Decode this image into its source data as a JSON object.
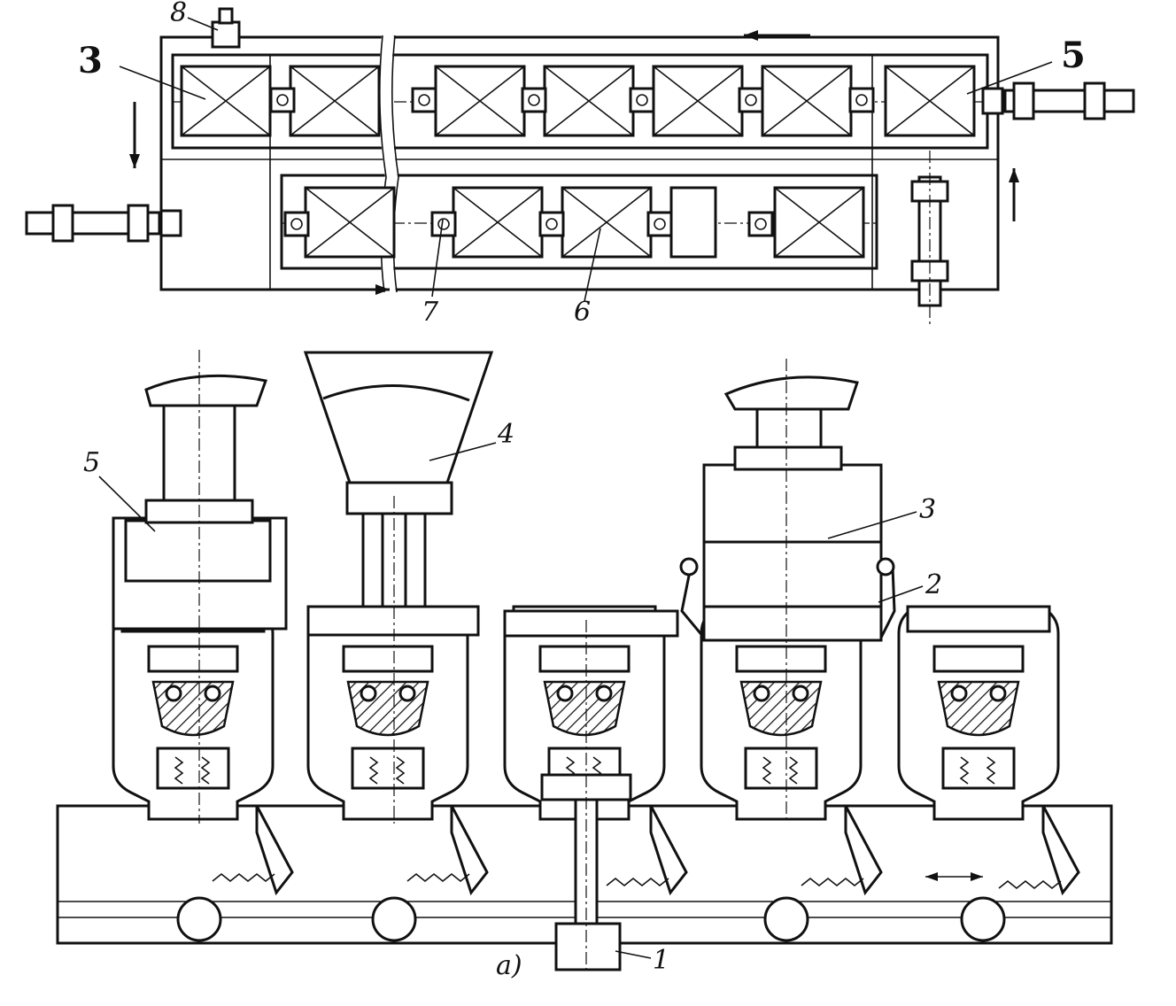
{
  "diagram": {
    "plan_labels": {
      "l3": "3",
      "l5": "5",
      "l6": "6",
      "l7": "7",
      "l8": "8"
    },
    "elevation_labels": {
      "l1": "1",
      "l2": "2",
      "l3": "3",
      "l4": "4",
      "l5": "5"
    },
    "caption": "a)"
  }
}
